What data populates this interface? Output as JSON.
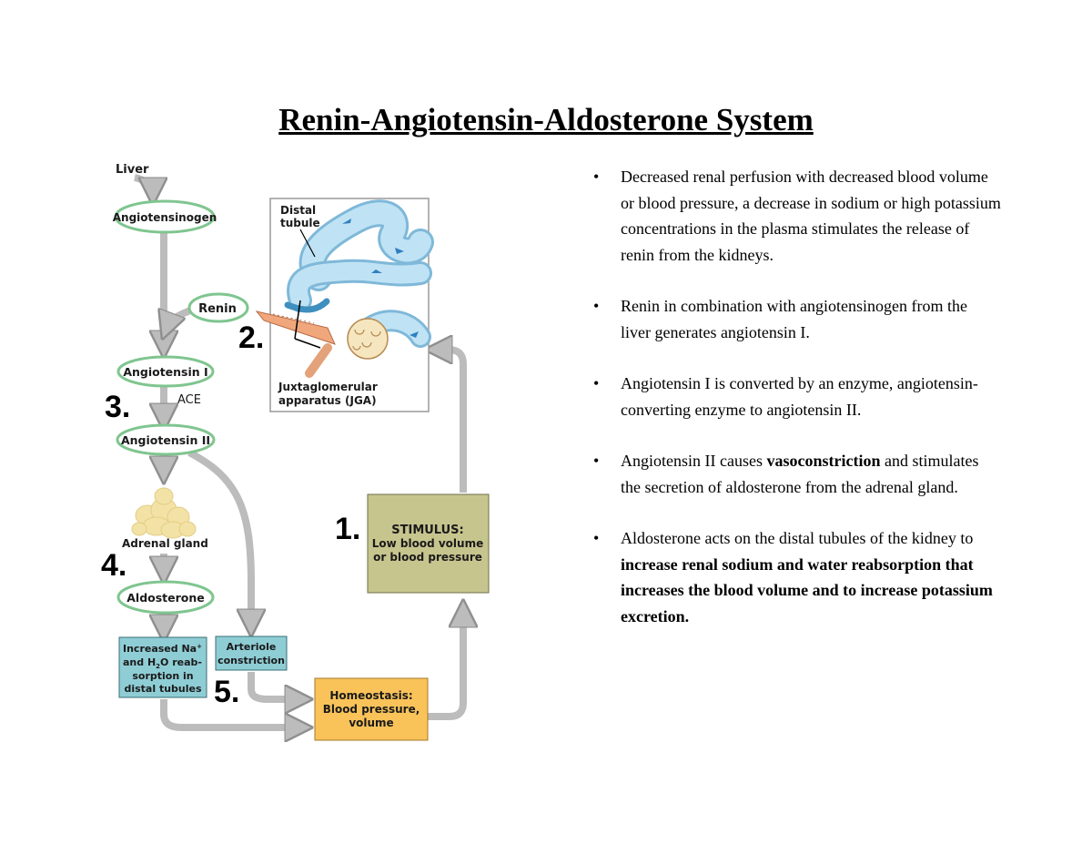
{
  "title": "Renin-Angiotensin-Aldosterone System",
  "diagram": {
    "liver": "Liver",
    "angiotensinogen": "Angiotensinogen",
    "renin": "Renin",
    "angiotensin1": "Angiotensin I",
    "ace": "ACE",
    "angiotensin2": "Angiotensin II",
    "adrenal": "Adrenal gland",
    "aldosterone": "Aldosterone",
    "distal_tubule_1": "Distal",
    "distal_tubule_2": "tubule",
    "jga_1": "Juxtaglomerular",
    "jga_2": "apparatus (JGA)",
    "stimulus_1": "STIMULUS:",
    "stimulus_2": "Low blood volume",
    "stimulus_3": "or blood pressure",
    "na_1": "Increased Na",
    "na_sup": "+",
    "na_2a": "and H",
    "na_sub": "2",
    "na_2b": "O reab-",
    "na_3": "sorption in",
    "na_4": "distal tubules",
    "arteriole_1": "Arteriole",
    "arteriole_2": "constriction",
    "homeo_1": "Homeostasis:",
    "homeo_2": "Blood pressure,",
    "homeo_3": "volume",
    "step1": "1.",
    "step2": "2.",
    "step3": "3.",
    "step4": "4.",
    "step5": "5."
  },
  "bullet_marker": "•",
  "bullets": {
    "b1": "Decreased renal perfusion  with decreased blood volume or blood pressure, a decrease in sodium or high potassium concentrations in the plasma stimulates the release of renin from the kidneys.",
    "b2": "Renin in combination with angiotensinogen from the liver generates angiotensin I.",
    "b3": "Angiotensin I is converted by an enzyme, angiotensin-converting enzyme to angiotensin II.",
    "b4_a": "Angiotensin II causes ",
    "b4_bold": "vasoconstriction",
    "b4_b": " and stimulates the secretion of aldosterone from the adrenal gland.",
    "b5_a": "Aldosterone acts on the distal tubules of the kidney to ",
    "b5_bold": "increase renal sodium and water reabsorption that increases the blood volume and to increase potassium excretion."
  },
  "colors": {
    "arrow": "#bcbcbc",
    "oval_border": "#7fc58f",
    "stimulus_fill": "#c7c58e",
    "na_fill": "#8fcdd5",
    "homeostasis_fill": "#f9c35a",
    "tubule": "#a8d8ef"
  }
}
